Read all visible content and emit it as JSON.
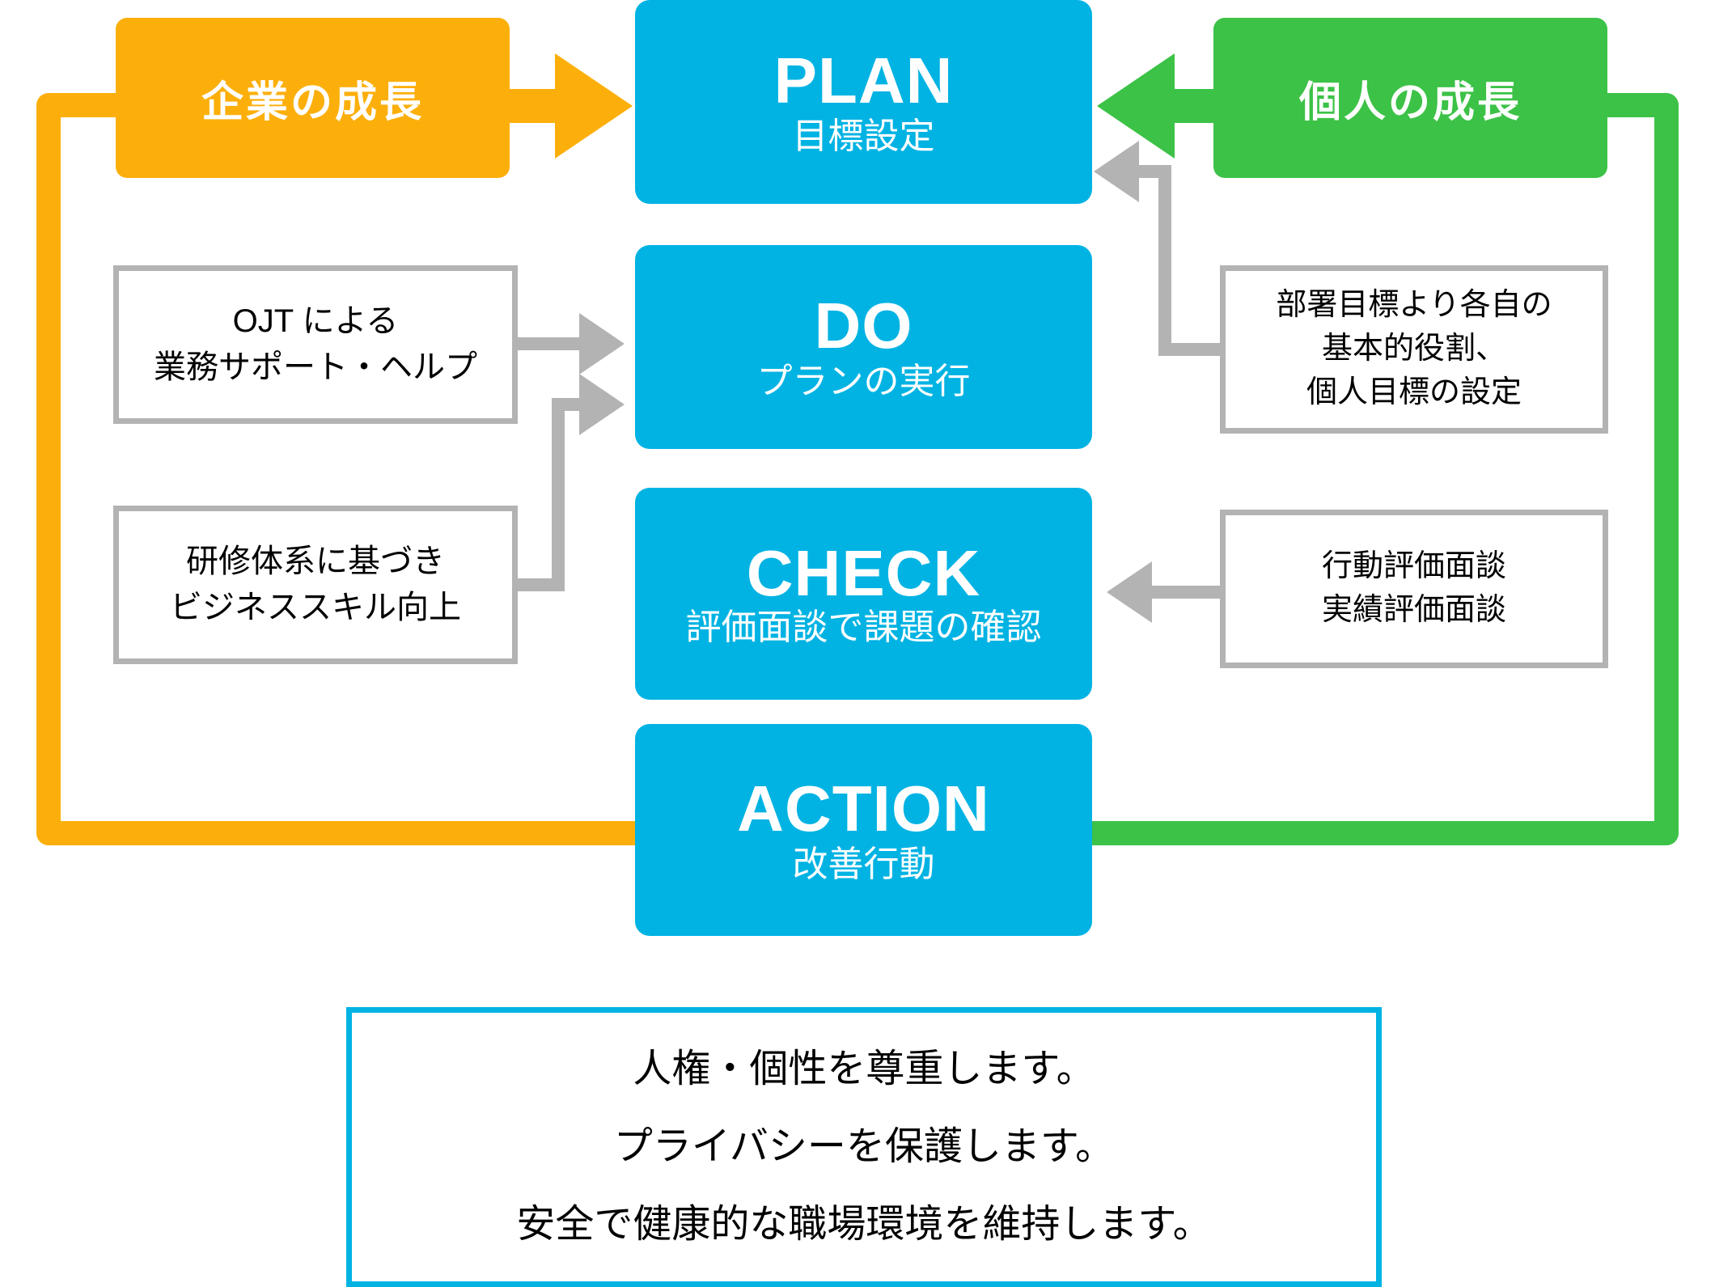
{
  "diagram": {
    "title": "PDCA cycle of corporate growth and individual growth",
    "colors": {
      "pdca_card": "#00B3E3",
      "corporate_growth": "#FCAF0B",
      "individual_growth": "#3CC247",
      "connector_gray": "#B3B3B3",
      "policy_border": "#00B3E3",
      "text_on_card": "#FFFFFF",
      "text_body": "#000000",
      "background": "#FFFFFF"
    }
  },
  "growth_labels": {
    "corporate": "企業の成長",
    "individual": "個人の成長"
  },
  "pdca": [
    {
      "key": "plan",
      "en": "PLAN",
      "jp": "目標設定"
    },
    {
      "key": "do",
      "en": "DO",
      "jp": "プランの実行"
    },
    {
      "key": "check",
      "en": "CHECK",
      "jp": "評価面談で課題の確認"
    },
    {
      "key": "action",
      "en": "ACTION",
      "jp": "改善行動"
    }
  ],
  "left_notes": [
    {
      "key": "ojt",
      "line1": "OJT による",
      "line2": "業務サポート・ヘルプ",
      "line3": ""
    },
    {
      "key": "training",
      "line1": "研修体系に基づき",
      "line2": "ビジネススキル向上",
      "line3": ""
    }
  ],
  "right_notes": [
    {
      "key": "goal-setting",
      "line1": "部署目標より各自の",
      "line2": "基本的役割、",
      "line3": "個人目標の設定"
    },
    {
      "key": "evaluation",
      "line1": "行動評価面談",
      "line2": "実績評価面談",
      "line3": ""
    }
  ],
  "policy": {
    "line1": "人権・個性を尊重します。",
    "line2": "プライバシーを保護します。",
    "line3": "安全で健康的な職場環境を維持します。"
  }
}
